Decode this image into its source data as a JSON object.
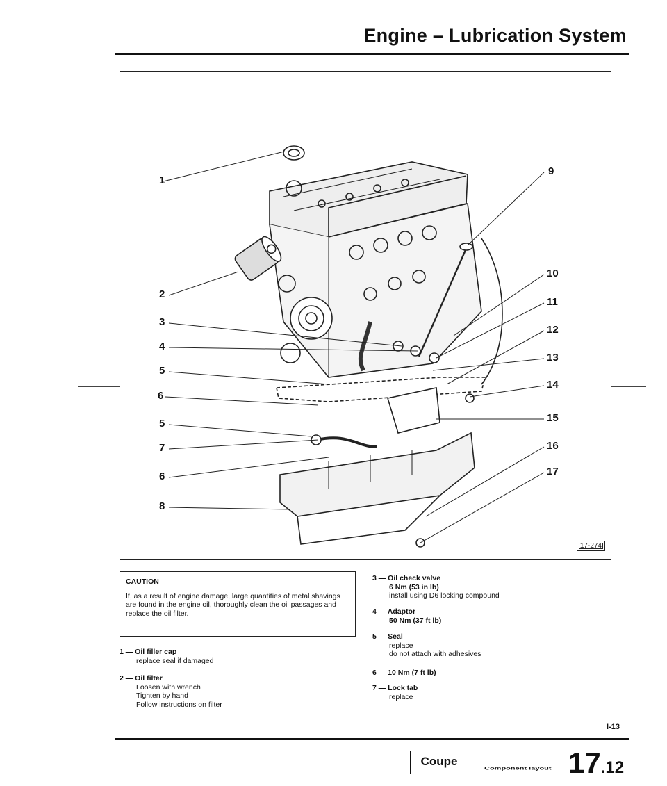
{
  "header": {
    "title": "Engine – Lubrication System"
  },
  "figure": {
    "id": "17-274",
    "callouts": [
      "1",
      "2",
      "3",
      "4",
      "5",
      "6",
      "5",
      "7",
      "6",
      "8",
      "9",
      "10",
      "11",
      "12",
      "13",
      "14",
      "15",
      "16",
      "17"
    ]
  },
  "caution": {
    "heading": "CAUTION",
    "text": "If, as a result of engine damage, large quantities of metal shavings are found in the engine oil, thoroughly clean the oil passages and replace the oil filter."
  },
  "items": [
    {
      "title": "1 — Oil filler cap",
      "lines": [
        "replace seal if damaged"
      ]
    },
    {
      "title": "2 — Oil filter",
      "lines": [
        "Loosen with wrench",
        "Tighten by hand",
        "Follow instructions on filter"
      ]
    },
    {
      "title": "3 — Oil check valve",
      "lines": [
        "6 Nm (53 in lb)",
        "install using D6 locking compound"
      ]
    },
    {
      "title": "4 — Adaptor",
      "lines": [
        "50 Nm (37 ft lb)"
      ]
    },
    {
      "title": "5 — Seal",
      "lines": [
        "replace",
        "do not attach with adhesives"
      ]
    },
    {
      "title": "6 — 10 Nm (7 ft lb)",
      "lines": []
    },
    {
      "title": "7 — Lock tab",
      "lines": [
        "replace"
      ]
    }
  ],
  "footer": {
    "page_number": "I-13",
    "model": "Coupe",
    "section_label": "Component layout",
    "section_main": "17",
    "section_sub": ".12"
  }
}
